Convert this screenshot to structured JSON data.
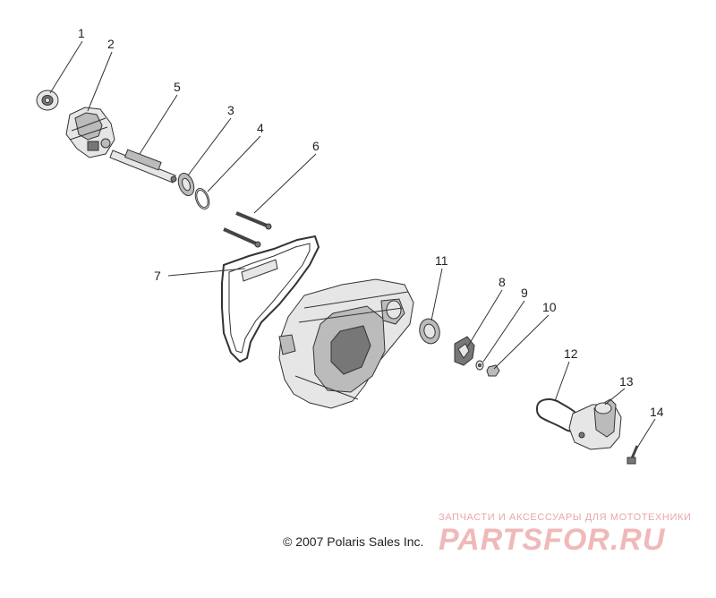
{
  "diagram": {
    "callouts": [
      "1",
      "2",
      "3",
      "4",
      "5",
      "6",
      "7",
      "8",
      "9",
      "10",
      "11",
      "12",
      "13",
      "14"
    ]
  },
  "footer": {
    "copyright": "© 2007 Polaris Sales Inc."
  },
  "watermark": {
    "tagline": "ЗАПЧАСТИ И АКСЕССУАРЫ ДЛЯ МОТОТЕХНИКИ",
    "logo": "PARTSFOR.RU",
    "color": "#f0b9b9"
  }
}
